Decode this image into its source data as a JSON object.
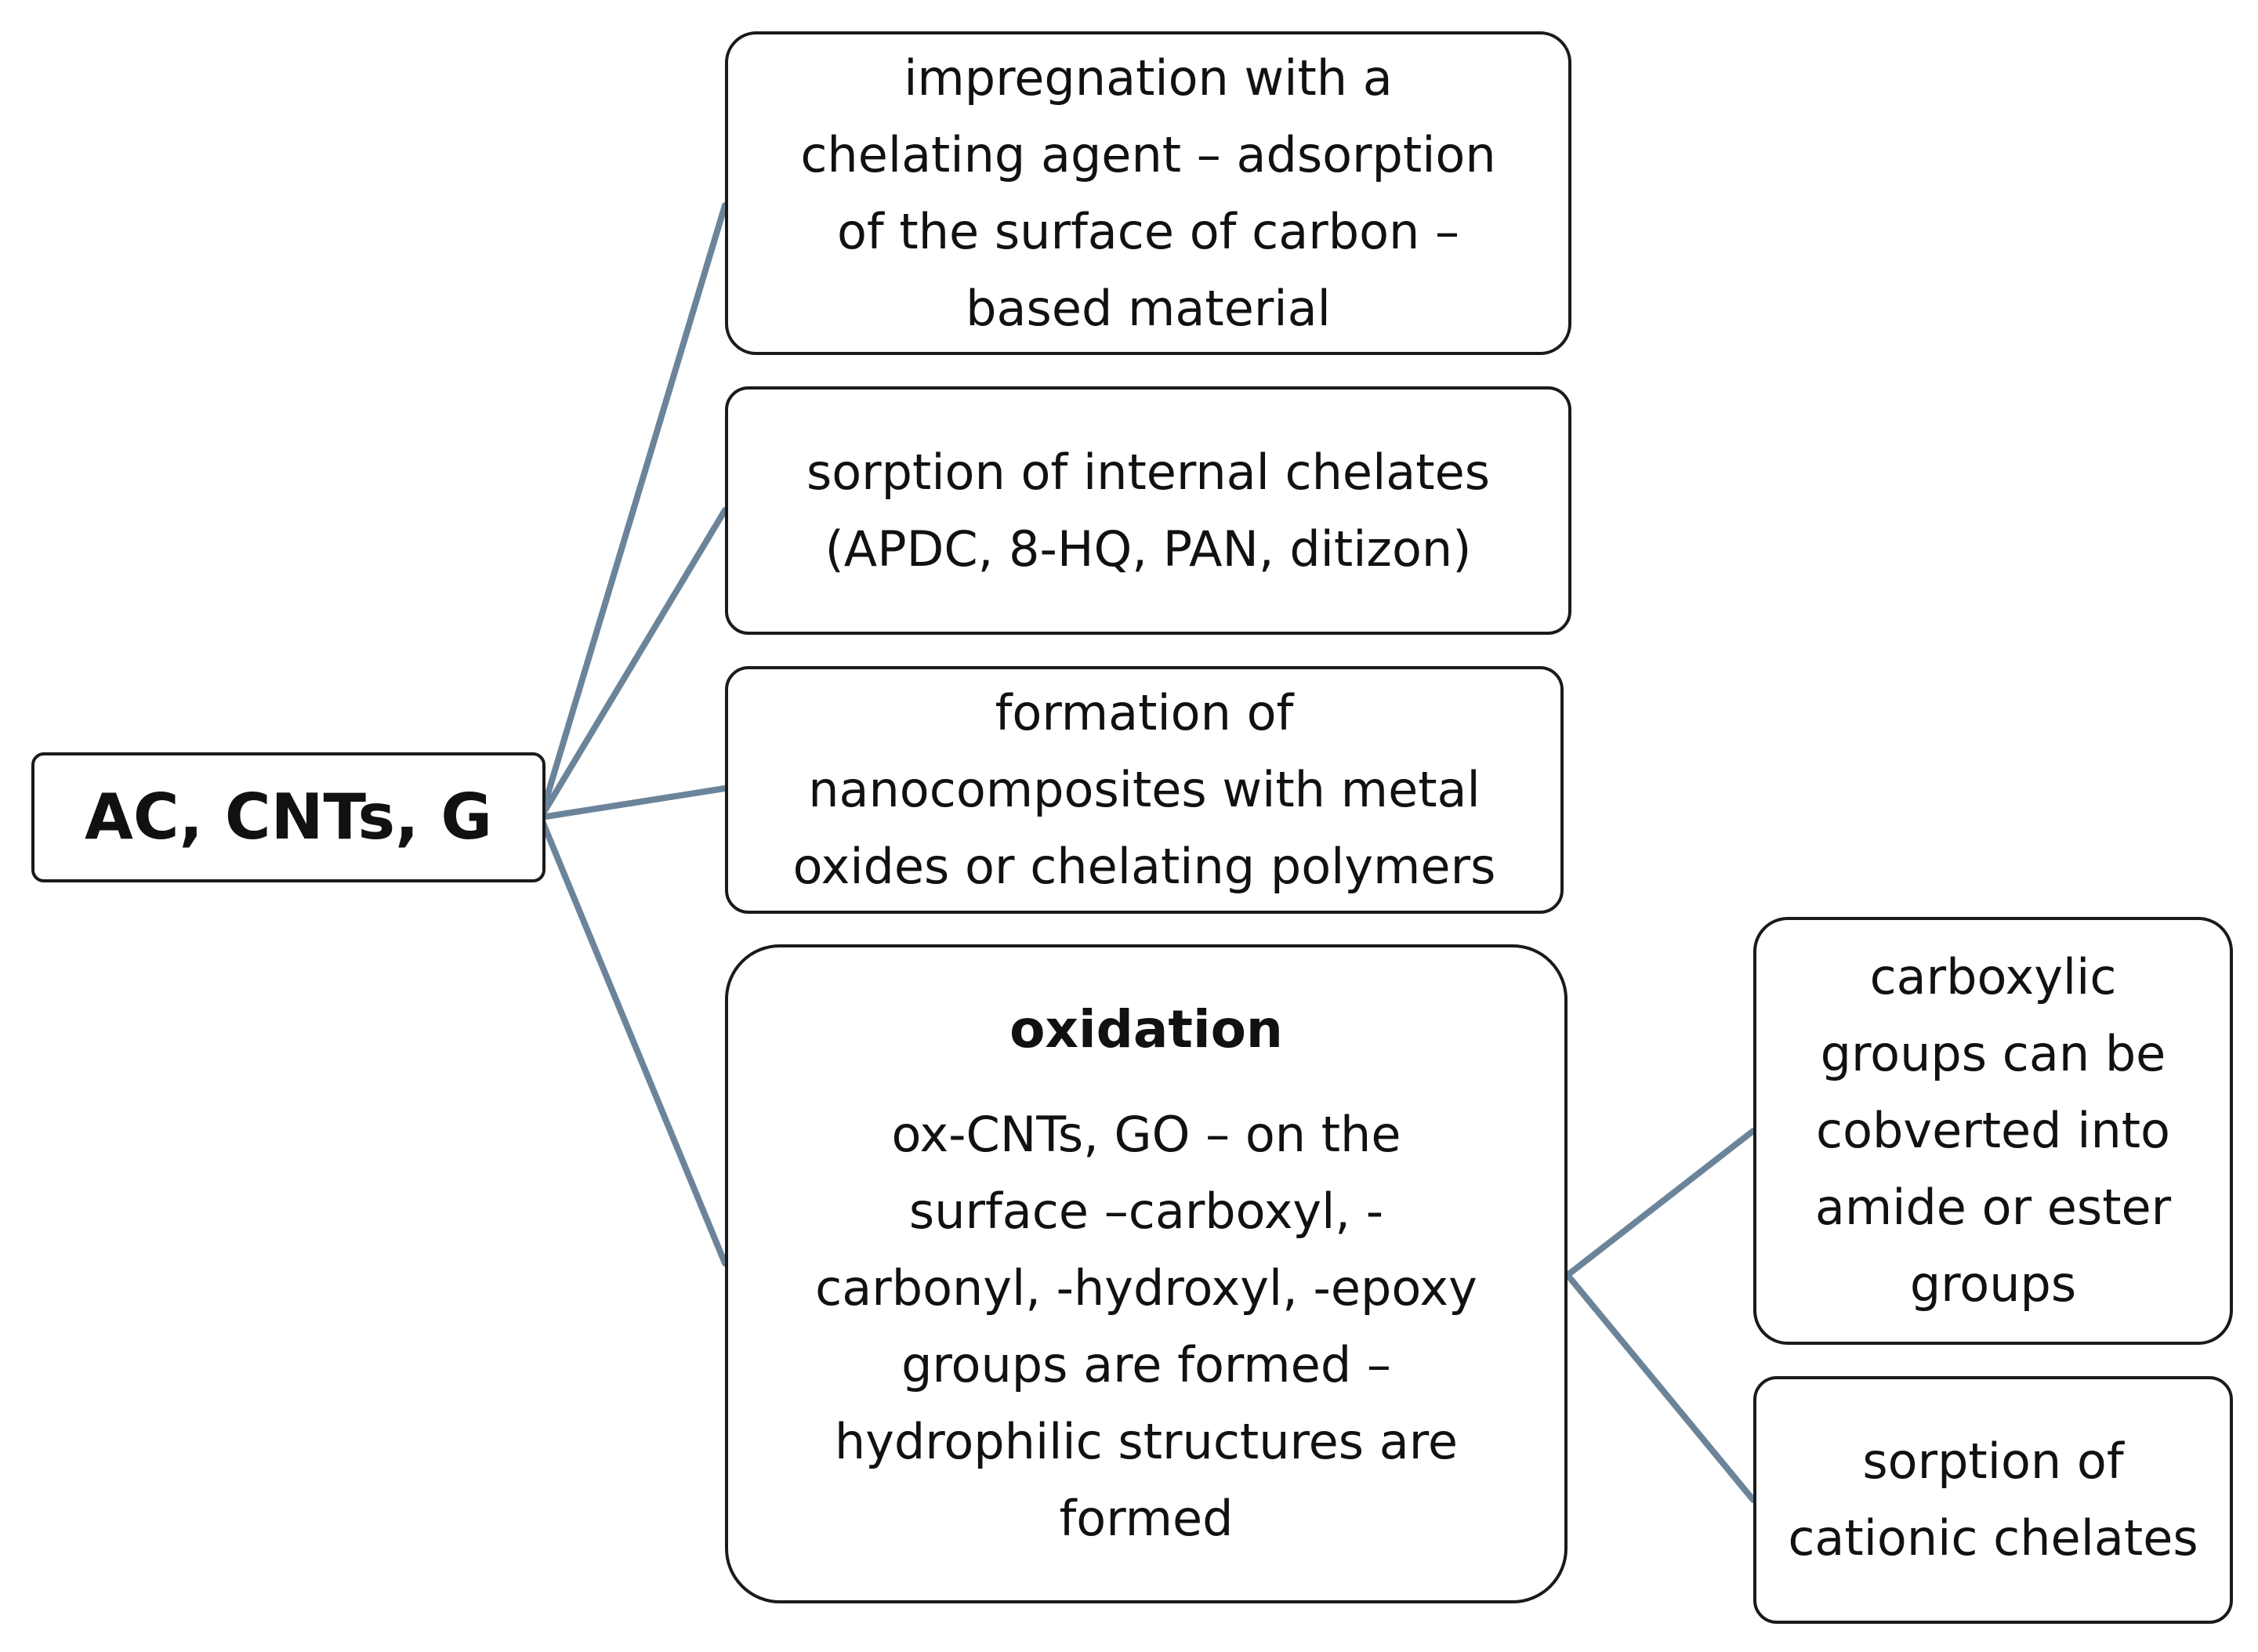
{
  "colors": {
    "connector": "#6b8499",
    "border": "#1a1a1a",
    "text": "#111111",
    "background": "#ffffff"
  },
  "root": {
    "label": "AC, CNTs, G"
  },
  "branches": {
    "impregnation": "impregnation with a\nchelating agent – adsorption\nof the surface of carbon –\nbased material",
    "sorption_internal": "sorption of internal chelates\n(APDC, 8-HQ, PAN, ditizon)",
    "nanocomposites": "formation of\nnanocomposites with metal\noxides or chelating polymers",
    "oxidation": {
      "heading": "oxidation",
      "body": "ox-CNTs, GO – on the\nsurface –carboxyl, -\ncarbonyl, -hydroxyl, -epoxy\ngroups are formed –\nhydrophilic structures are\nformed"
    }
  },
  "sub_branches": {
    "carboxylic": "carboxylic\ngroups can be\ncobverted into\namide or ester\ngroups",
    "cationic": "sorption of\ncationic chelates"
  }
}
